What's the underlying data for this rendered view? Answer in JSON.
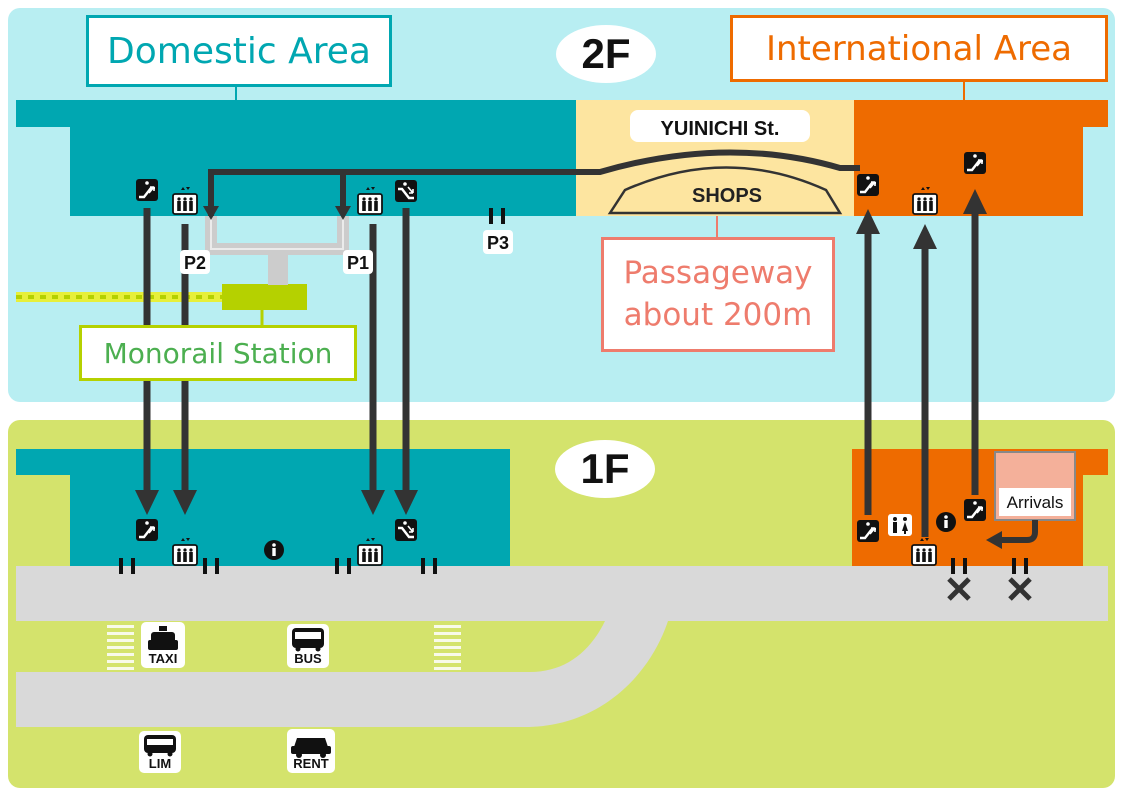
{
  "floors": {
    "upper": "2F",
    "lower": "1F"
  },
  "areas": {
    "domestic": "Domestic Area",
    "international": "International Area"
  },
  "passageway": {
    "line1": "Passageway",
    "line2": "about 200m"
  },
  "street_label": "YUINICHI St.",
  "shops_label": "SHOPS",
  "monorail_label": "Monorail Station",
  "platforms": {
    "p1": "P1",
    "p2": "P2",
    "p3": "P3"
  },
  "arrivals_label": "Arrivals",
  "transport": {
    "taxi": "TAXI",
    "bus": "BUS",
    "limousine": "LIM",
    "rental": "RENT"
  },
  "colors": {
    "domestic": "#00a7b1",
    "international": "#ee6b00",
    "upper_floor_bg": "#b8eef2",
    "lower_floor_bg": "#d4e36c",
    "shops": "#fde5a0",
    "monorail": "#b5d100",
    "road": "#d9d9d9",
    "arrows": "#333333"
  },
  "icons": [
    "escalator-up-icon",
    "escalator-down-icon",
    "elevator-icon",
    "restroom-icon",
    "information-icon",
    "taxi-icon",
    "bus-icon",
    "car-icon",
    "no-exit-icon"
  ]
}
